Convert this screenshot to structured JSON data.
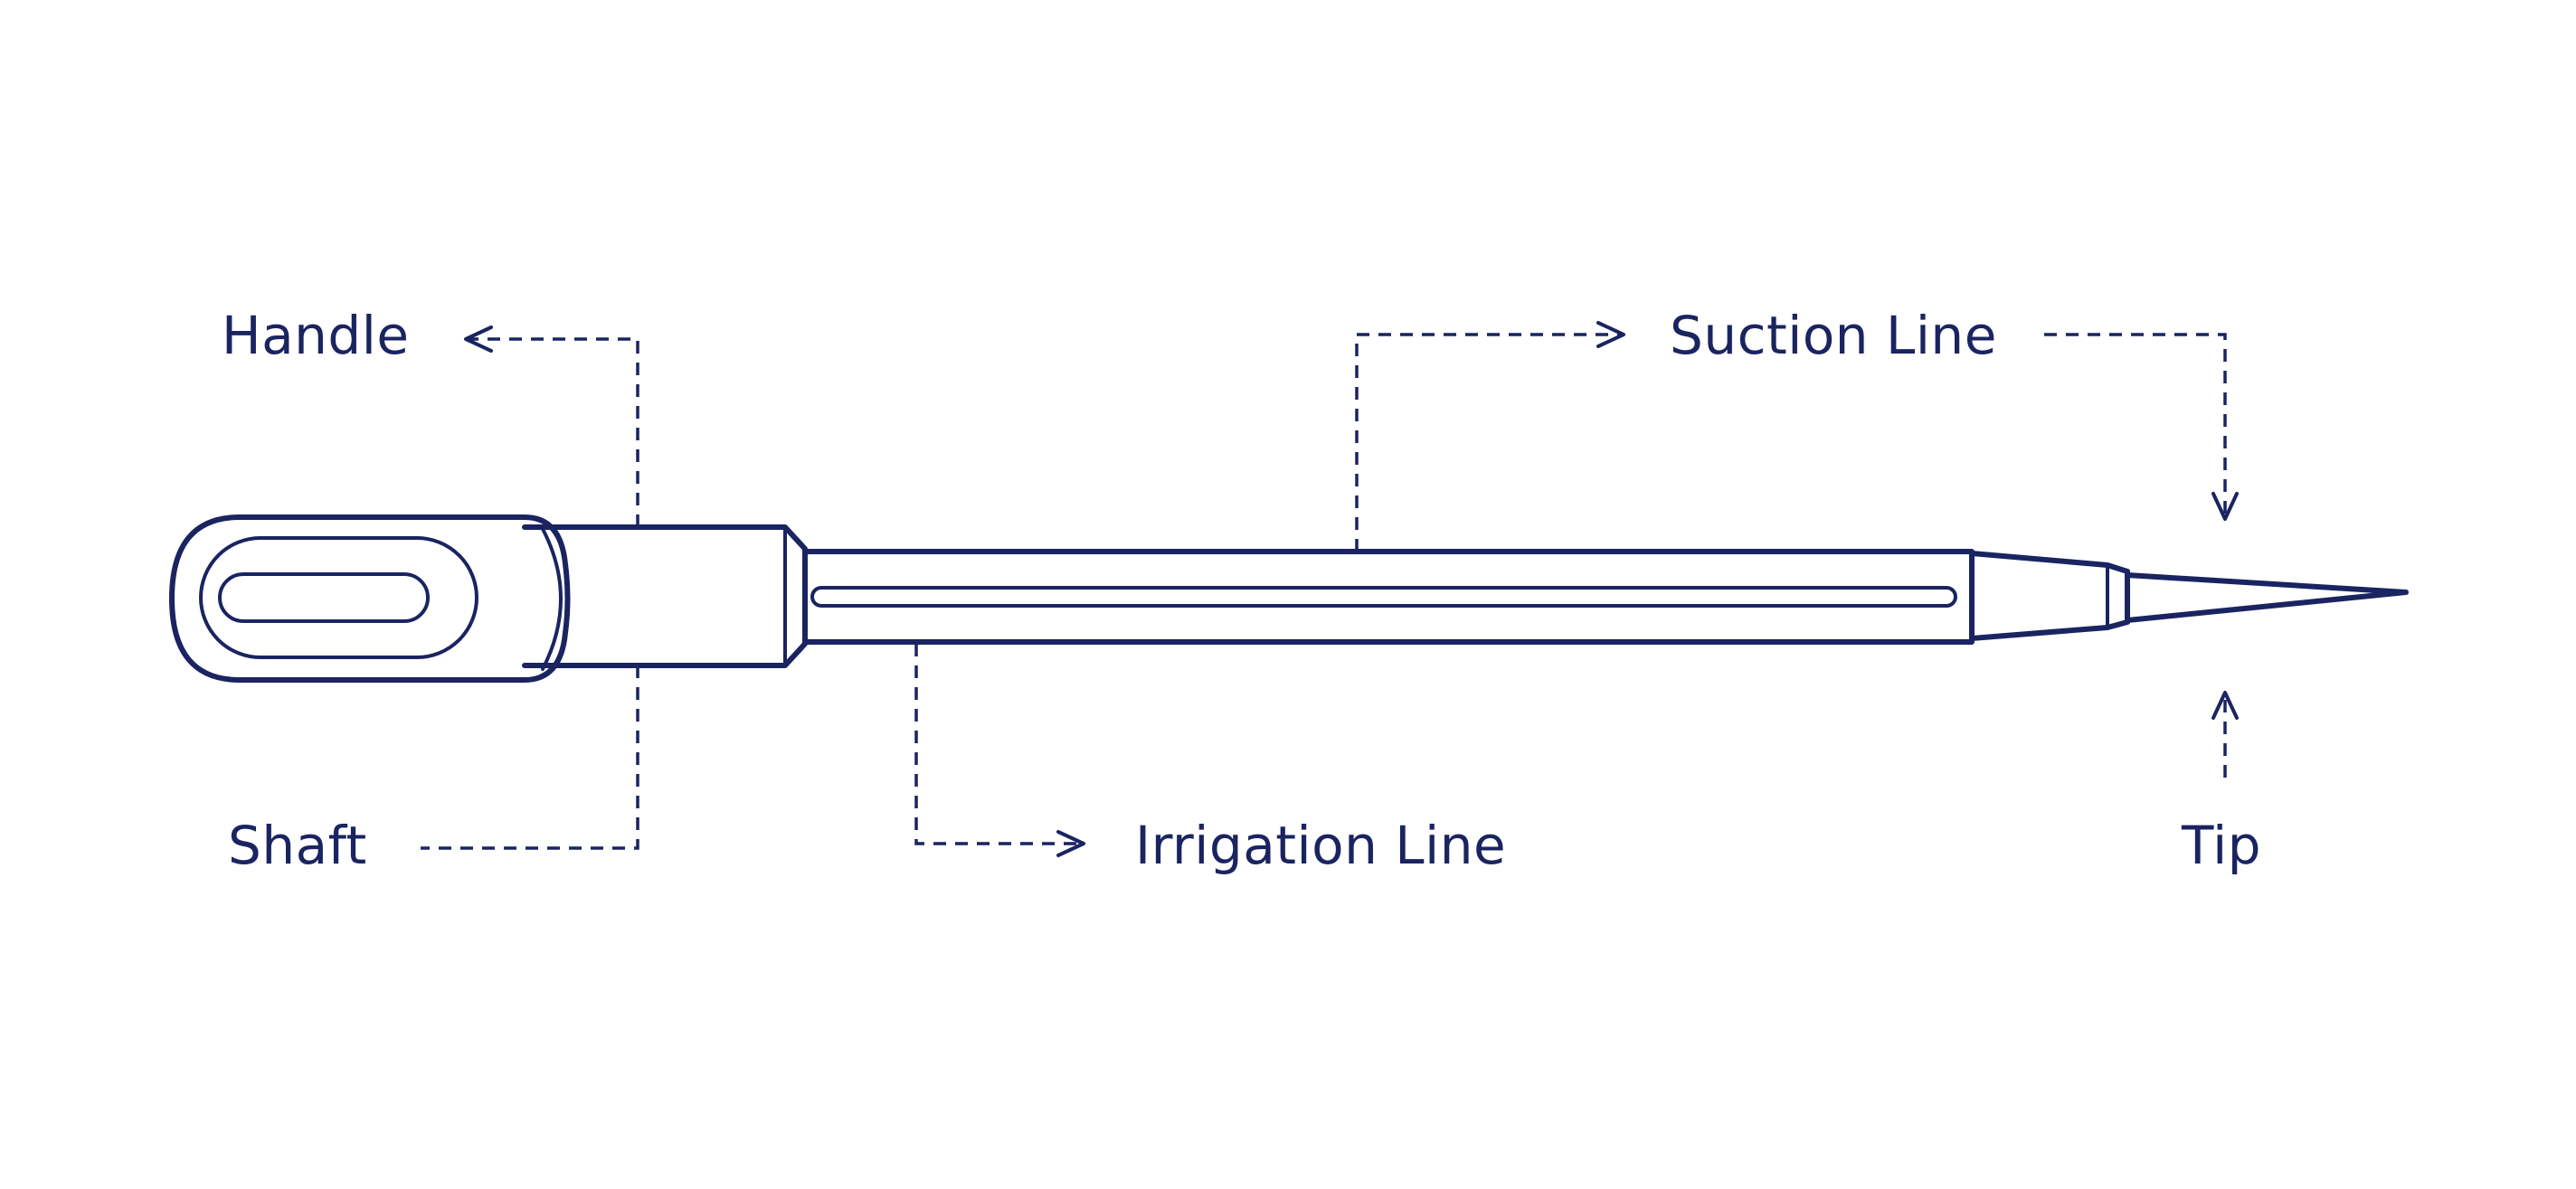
{
  "labels": {
    "handle": "Handle",
    "suction_line": "Suction Line",
    "shaft": "Shaft",
    "irrigation_line": "Irrigation Line",
    "tip": "Tip"
  },
  "colors": {
    "ink": "#1a2461",
    "background": "#ffffff"
  }
}
